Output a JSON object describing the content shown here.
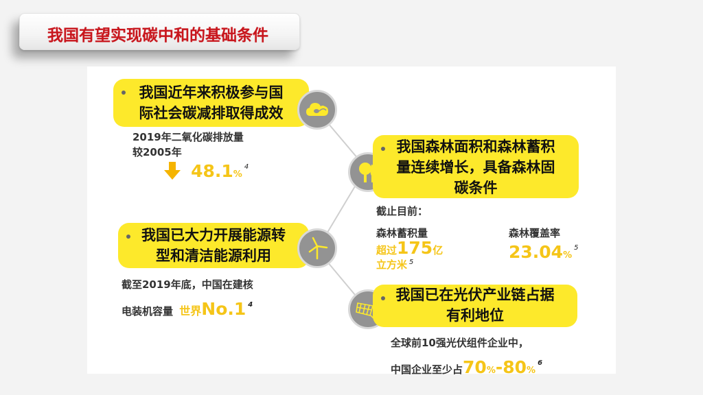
{
  "title": "我国有望实现碳中和的基础条件",
  "colors": {
    "title_red": "#c8161d",
    "box_yellow": "#fde92b",
    "highlight_yellow": "#f5c518",
    "icon_gray": "#939393",
    "background": "#f3f3f3"
  },
  "sections": [
    {
      "icon": "cloud-icon",
      "heading_line1": "我国近年来积极参与国",
      "heading_line2": "际社会碳减排取得成效",
      "desc_line1": "2019年二氧化碳排放量",
      "desc_line2": "较2005年",
      "arrow_icon": "arrow-down-icon",
      "value": "48.1",
      "unit": "%",
      "footnote": "4"
    },
    {
      "icon": "trees-icon",
      "heading_line1": "我国森林面积和森林蓄积",
      "heading_line2": "量连续增长，具备森林固",
      "heading_line3": "碳条件",
      "intro": "截止目前：",
      "stat1_label": "森林蓄积量",
      "stat1_prefix": "超过",
      "stat1_value": "175",
      "stat1_unit": "亿",
      "stat1_unit_line2": "立方米",
      "stat1_footnote": "5",
      "stat2_label": "森林覆盖率",
      "stat2_value": "23.04",
      "stat2_unit": "%",
      "stat2_footnote": "5"
    },
    {
      "icon": "wind-turbine-icon",
      "heading_line1": "我国已大力开展能源转",
      "heading_line2": "型和清洁能源利用",
      "desc_line1": "截至2019年底，中国在建核",
      "desc_line2": "电装机容量",
      "highlight_prefix": "世界",
      "value": "No.1",
      "footnote": "4"
    },
    {
      "icon": "solar-panel-icon",
      "heading_line1": "我国已在光伏产业链占据",
      "heading_line2": "有利地位",
      "desc_line1": "全球前10强光伏组件企业中，",
      "desc_line2": "中国企业至少占",
      "value_a": "70",
      "unit_a": "%",
      "dash": "-",
      "value_b": "80",
      "unit_b": "%",
      "footnote": "6"
    }
  ]
}
